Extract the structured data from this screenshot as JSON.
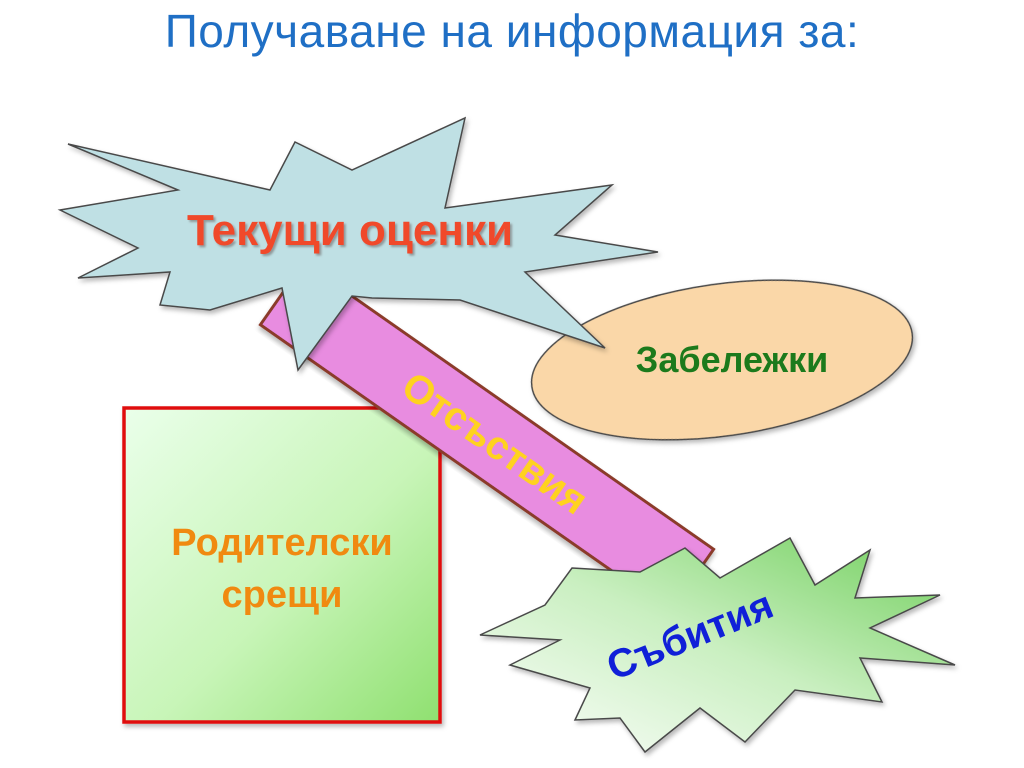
{
  "slide": {
    "title": "Получаване на информация за:"
  },
  "shapes": {
    "current_grades": {
      "label": "Текущи оценки",
      "fill": "#bfe0e4",
      "text_color": "#f04a2a"
    },
    "absences": {
      "label": "Отсъствия",
      "fill": "#e88ce0",
      "stroke": "#8b3a2a",
      "text_color": "#ffd21f"
    },
    "notes": {
      "label": "Забележки",
      "fill": "#fad7a8",
      "text_color": "#1c7a1c"
    },
    "parent_meetings": {
      "label_line1": "Родителски",
      "label_line2": "срещи",
      "stroke": "#e01010",
      "text_color": "#f08a10"
    },
    "events": {
      "label": "Събития",
      "text_color": "#1020d8"
    }
  },
  "colors": {
    "title": "#1f6fc5",
    "outline": "#4a4a4a"
  }
}
